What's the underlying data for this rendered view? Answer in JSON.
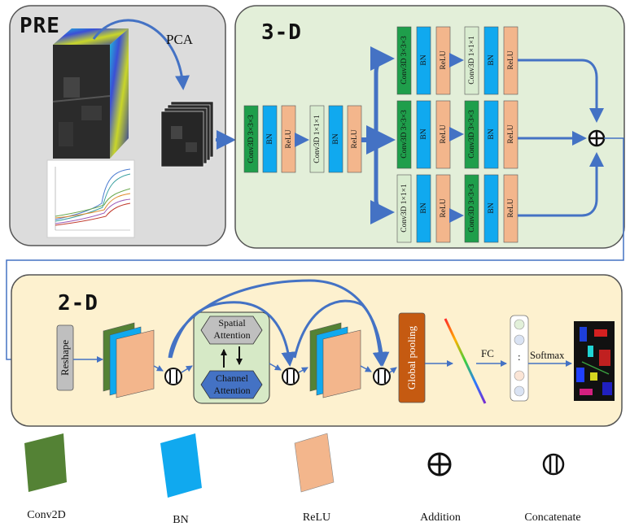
{
  "panels": {
    "pre": {
      "title": "PRE",
      "pca_label": "PCA"
    },
    "three_d": {
      "title": "3-D"
    },
    "two_d": {
      "title": "2-D"
    }
  },
  "three_d_blocks": {
    "stem": {
      "conv1": "Conv3D 3×3×3",
      "bn1": "BN",
      "relu1": "ReLU",
      "conv2": "Conv3D 1×1×1",
      "bn2": "BN",
      "relu2": "ReLU"
    },
    "branch_top": {
      "conv_a": "Conv3D 3×3×3",
      "bn_a": "BN",
      "relu_a": "ReLU",
      "conv_b": "Conv3D 1×1×1",
      "bn_b": "BN",
      "relu_b": "ReLU"
    },
    "branch_mid": {
      "conv_a": "Conv3D 3×3×3",
      "bn_a": "BN",
      "relu_a": "ReLU",
      "conv_b": "Conv3D 3×3×3",
      "bn_b": "BN",
      "relu_b": "ReLU"
    },
    "branch_bot": {
      "conv_a": "Conv3D 1×1×1",
      "bn_a": "BN",
      "relu_a": "ReLU",
      "conv_b": "Conv3D 3×3×3",
      "bn_b": "BN",
      "relu_b": "ReLU"
    }
  },
  "two_d_blocks": {
    "reshape": "Reshape",
    "spatial_attention": "Spatial Attention",
    "channel_attention": "Channel Attention",
    "global_pooling": "Global pooling",
    "fc": "FC",
    "fc_dots": ":",
    "softmax": "Softmax"
  },
  "legend": [
    {
      "label": "Conv2D",
      "icon": "conv2d-swatch"
    },
    {
      "label": "BN",
      "icon": "bn-swatch"
    },
    {
      "label": "ReLU",
      "icon": "relu-swatch"
    },
    {
      "label": "Addition",
      "icon": "addition-icon"
    },
    {
      "label": "Concatenate",
      "icon": "concatenate-icon"
    }
  ],
  "colors": {
    "pre_bg": "#dcdcdc",
    "three_d_bg": "#e3efd9",
    "two_d_bg": "#fdf1cf",
    "conv_dark": "#1f9e4b",
    "conv_light": "#d9ecd0",
    "bn": "#10a9ef",
    "relu": "#f3b68c",
    "conv2d": "#548235",
    "arrow": "#4472c4",
    "attention_bg": "#d6e9c6",
    "spatial": "#bfbfbf",
    "channel": "#4472c4",
    "pooling": "#c55a11",
    "reshape": "#bfbfbf"
  }
}
